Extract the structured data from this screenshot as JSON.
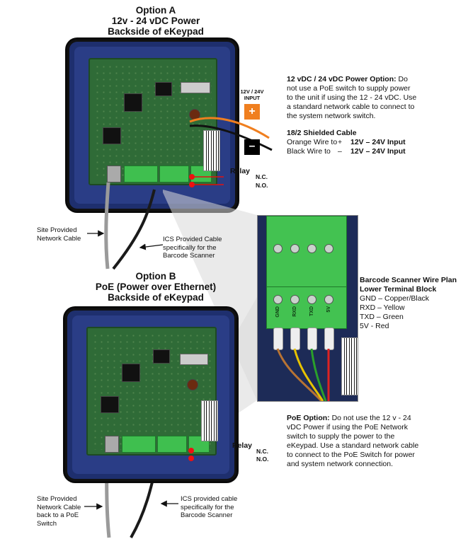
{
  "option_a": {
    "heading_line1": "Option A",
    "heading_line2": "12v - 24 vDC Power",
    "heading_line3": "Backside of eKeypad",
    "input_label_line1": "12V / 24V",
    "input_label_line2": "INPUT",
    "plus_symbol": "+",
    "minus_symbol": "–",
    "relay_label": "Relay",
    "nc_label": "N.C.",
    "no_label": "N.O.",
    "site_cable_line1": "Site Provided",
    "site_cable_line2": "Network Cable",
    "ics_cable_line1": "ICS Provided Cable",
    "ics_cable_line2": "specifically for the",
    "ics_cable_line3": "Barcode Scanner"
  },
  "power_note": {
    "title": "12 vDC / 24 vDC Power Option:",
    "body_line1": "Do",
    "body_line2": "not use a PoE  switch to supply power",
    "body_line3": "to the unit if using the 12 - 24 vDC. Use",
    "body_line4": "a standard network cable to connect to",
    "body_line5": "the system network switch."
  },
  "shielded_cable": {
    "title": "18/2 Shielded Cable",
    "row1_label": "Orange Wire to",
    "row1_sign": "+",
    "row1_value": "12V – 24V  Input",
    "row2_label": "Black Wire to",
    "row2_sign": "–",
    "row2_value": "12V – 24V Input"
  },
  "barcode_plan": {
    "title_line1": "Barcode Scanner Wire Plan",
    "title_line2": "Lower Terminal Block",
    "rows": [
      "GND – Copper/Black",
      "RXD – Yellow",
      "TXD – Green",
      "5V - Red"
    ],
    "pin_labels": [
      "GND",
      "RXD",
      "TXD",
      "5V"
    ]
  },
  "option_b": {
    "heading_line1": "Option B",
    "heading_line2": "PoE (Power over Ethernet)",
    "heading_line3": "Backside of eKeypad",
    "relay_label": "Relay",
    "nc_label": "N.C.",
    "no_label": "N.O.",
    "site_cable_line1": "Site Provided",
    "site_cable_line2": "Network Cable",
    "site_cable_line3": "back to a PoE",
    "site_cable_line4": "Switch",
    "ics_cable_line1": "ICS provided cable",
    "ics_cable_line2": "specifically for the",
    "ics_cable_line3": "Barcode Scanner"
  },
  "poe_note": {
    "title": "PoE Option:",
    "body_line1": "Do not use the 12 v - 24",
    "body_line2": "vDC Power if using the PoE Network",
    "body_line3": "switch to supply the power to the",
    "body_line4": "eKeypad. Use a standard network cable",
    "body_line5": "to connect to the PoE Switch for power",
    "body_line6": "and system network connection."
  },
  "colors": {
    "housing": "#1e2f6e",
    "board": "#2f6b37",
    "terminal": "#43c251",
    "orange_wire": "#f07f1f",
    "relay_arrow": "#e11111"
  },
  "icons": [
    "arrow-icon",
    "plus-icon",
    "minus-icon"
  ]
}
